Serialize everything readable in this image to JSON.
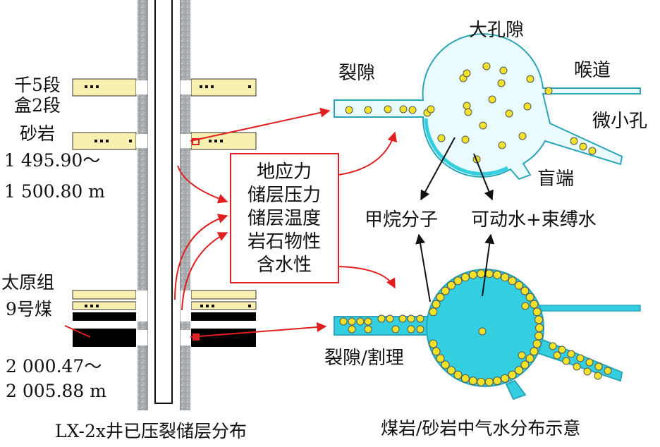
{
  "left_labels": {
    "qian5": "千5段",
    "he2": "盒2段",
    "sandstone": "砂岩",
    "sand_depth_top": "1 495.90～",
    "sand_depth_bottom": "1 500.80 m",
    "taiyuan": "太原组",
    "coal9": "9号煤",
    "coal_depth_top": "2 000.47～",
    "coal_depth_bottom": "2 005.88 m"
  },
  "factors": [
    "地应力",
    "储层压力",
    "储层温度",
    "岩石物性",
    "含水性"
  ],
  "pore_model": {
    "large_pore": "大孔隙",
    "fracture": "裂隙",
    "throat": "喉道",
    "micro_pore": "微小孔",
    "dead_end": "盲端",
    "methane": "甲烷分子",
    "water": "可动水+束缚水",
    "fracture_cleat": "裂隙/割理"
  },
  "captions": {
    "left": "LX-2x井已压裂储层分布",
    "right": "煤岩/砂岩中气水分布示意"
  },
  "colors": {
    "sand_fill": "#f7f0b0",
    "coal_fill": "#000000",
    "water_fill": "#33cfe0",
    "pore_fill": "#e9fbfd",
    "pipe_stroke": "#2aa6b8",
    "gas_dot": "#f2e22a",
    "arrow_red": "#e02020",
    "wellbore_gray": "#a8acae"
  }
}
